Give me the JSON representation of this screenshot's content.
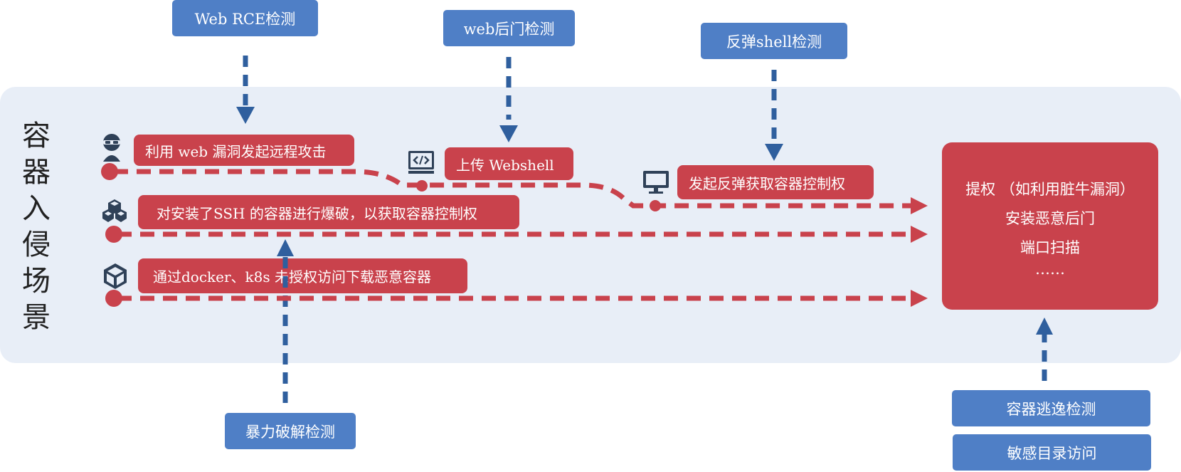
{
  "scene_title": "容器入侵场景",
  "detections": {
    "web_rce": "Web RCE检测",
    "web_backdoor": "web后门检测",
    "reverse_shell": "反弹shell检测",
    "brute_force": "暴力破解检测",
    "container_escape": "容器逃逸检测",
    "sensitive_dir": "敏感目录访问"
  },
  "attacks": {
    "web_exploit": "利用 web 漏洞发起远程攻击",
    "upload_webshell": "上传 Webshell",
    "reverse_shell": "发起反弹获取容器控制权",
    "ssh_brute": "对安装了SSH 的容器进行爆破，以获取容器控制权",
    "unauth_docker": "通过docker、k8s 未授权访问下载恶意容器"
  },
  "target": {
    "lines": [
      "提权 （如利用脏牛漏洞）",
      "安装恶意后门",
      "端口扫描",
      "……"
    ]
  },
  "colors": {
    "attack_red": "#c9424c",
    "detect_blue": "#4f7fc6",
    "arrow_blue": "#2f5f9e",
    "zone_bg": "#e8eef7"
  },
  "icons": [
    "hacker-icon",
    "cubes-icon",
    "box-icon",
    "code-icon",
    "monitor-icon"
  ]
}
